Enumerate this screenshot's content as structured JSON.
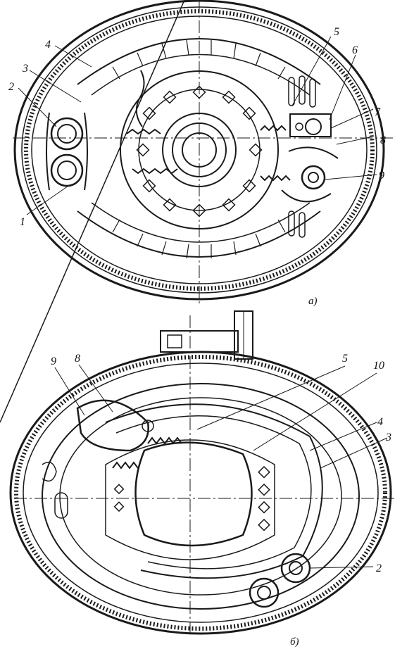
{
  "figures": [
    {
      "caption": "а)",
      "labels": [
        "1",
        "2",
        "3",
        "4",
        "5",
        "6",
        "7",
        "8",
        "9"
      ]
    },
    {
      "caption": "б)",
      "labels": [
        "2",
        "3",
        "4",
        "5",
        "8",
        "9",
        "10"
      ]
    }
  ],
  "colors": {
    "ink": "#1a1a1a",
    "paper": "#ffffff"
  }
}
